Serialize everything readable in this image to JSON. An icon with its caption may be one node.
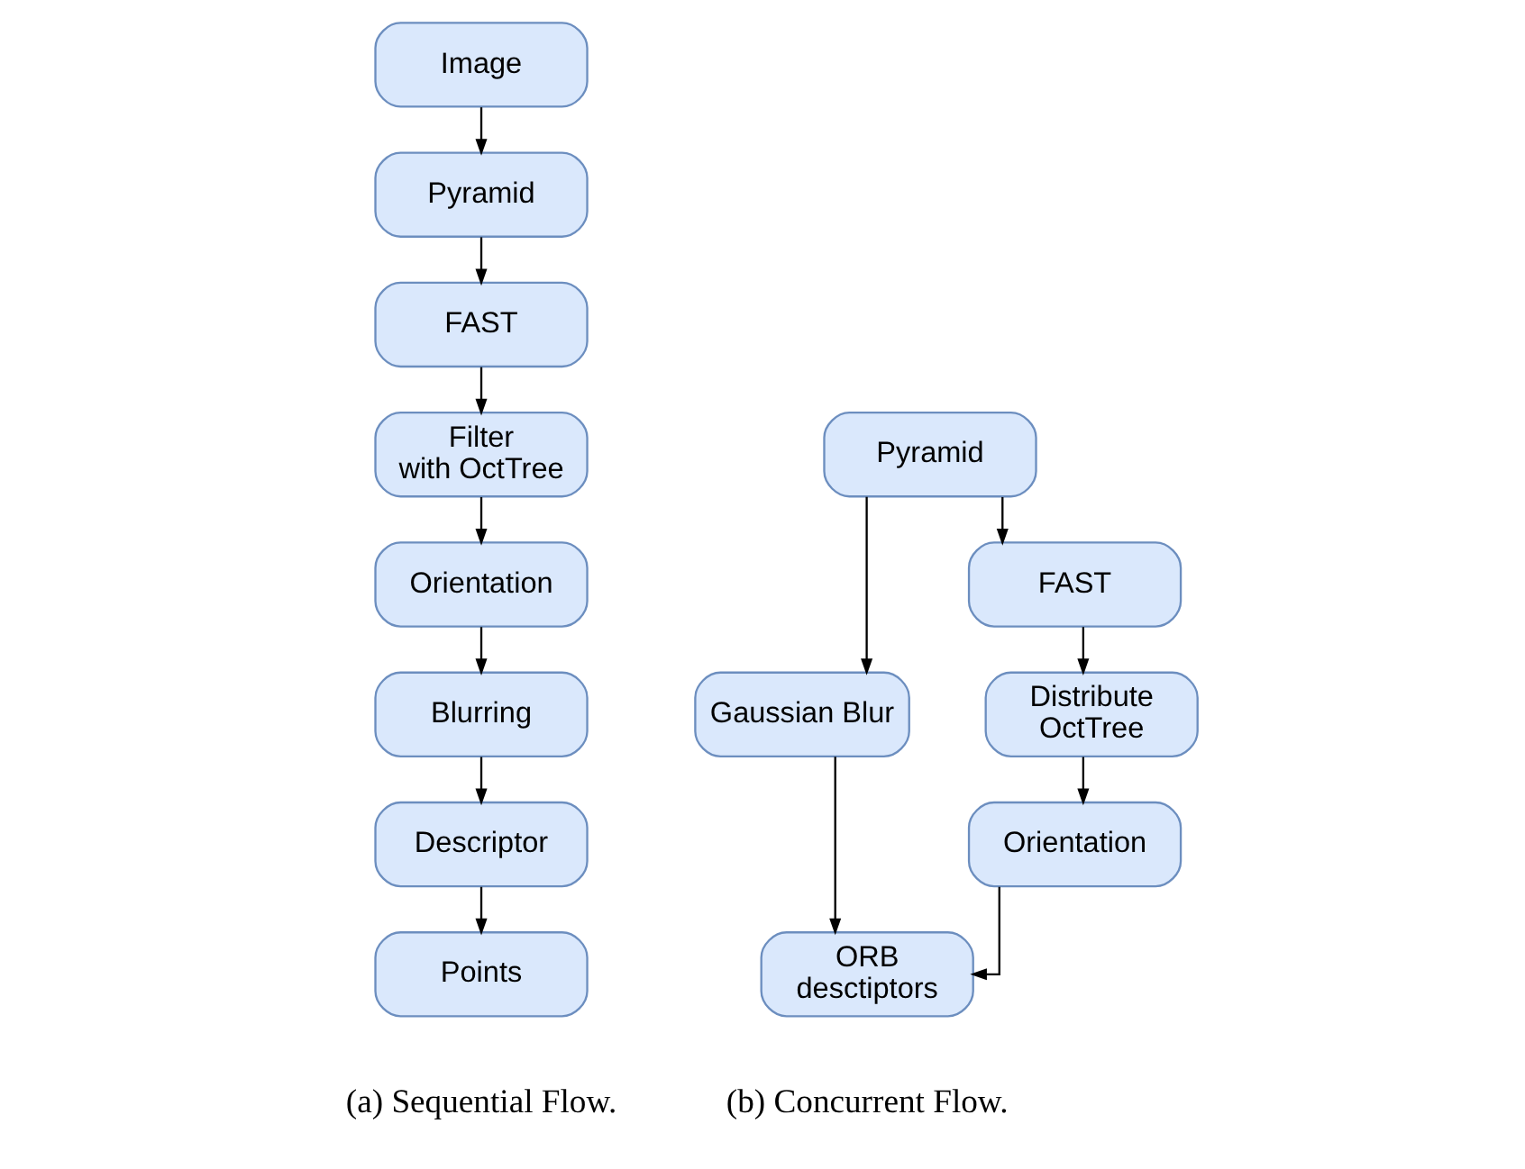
{
  "diagram": {
    "nodes": [
      {
        "text": [
          "Image"
        ]
      },
      {
        "text": [
          "Pyramid"
        ]
      },
      {
        "text": [
          "FAST"
        ]
      },
      {
        "text": [
          "Filter with OctTree"
        ]
      },
      {
        "text": [
          "Orientation"
        ]
      },
      {
        "text": [
          "Blurring"
        ]
      },
      {
        "text": [
          "Descriptor"
        ]
      },
      {
        "text": [
          "Points"
        ]
      },
      {
        "text": [
          "Pyramid"
        ]
      },
      {
        "text": [
          "Gaussian Blur"
        ]
      },
      {
        "text": [
          "FAST"
        ]
      },
      {
        "text": [
          "Distribute OctTree"
        ]
      },
      {
        "text": [
          "Orientation"
        ]
      },
      {
        "text": [
          "ORB desctiptors"
        ]
      }
    ],
    "edges": [
      {
        "from": 0,
        "to": 1,
        "arrow": "to"
      },
      {
        "from": 1,
        "to": 2,
        "arrow": "to"
      },
      {
        "from": 2,
        "to": 3,
        "arrow": "to"
      },
      {
        "from": 3,
        "to": 4,
        "arrow": "to"
      },
      {
        "from": 4,
        "to": 5,
        "arrow": "to"
      },
      {
        "from": 5,
        "to": 6,
        "arrow": "to"
      },
      {
        "from": 6,
        "to": 7,
        "arrow": "to"
      },
      {
        "from": 8,
        "to": 9,
        "arrow": "to"
      },
      {
        "from": 8,
        "to": 10,
        "arrow": "to"
      },
      {
        "from": 10,
        "to": 11,
        "arrow": "to"
      },
      {
        "from": 11,
        "to": 12,
        "arrow": "to"
      },
      {
        "from": 12,
        "to": 13,
        "arrow": "to"
      },
      {
        "from": 9,
        "to": 13,
        "arrow": "to"
      }
    ],
    "labels": [
      "(a) Sequential Flow.",
      "(b) Concurrent Flow."
    ]
  }
}
